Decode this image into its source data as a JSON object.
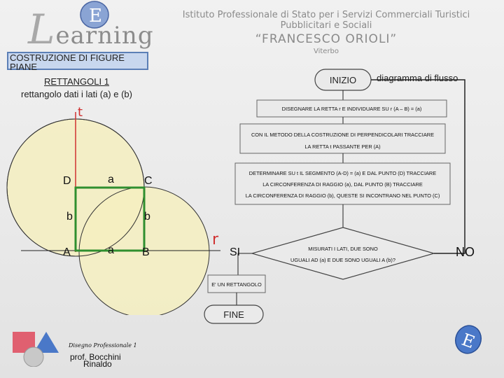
{
  "header": {
    "logo_letter": "L",
    "logo_text": "earning",
    "logo_badge": "E",
    "institute_line1": "Istituto Professionale di Stato per i Servizi Commerciali Turistici Pubblicitari e Sociali",
    "institute_line2": "“FRANCESCO ORIOLI”",
    "institute_line3": "Viterbo"
  },
  "lesson": {
    "title": "COSTRUZIONE DI FIGURE PIANE",
    "subtitle": "RETTANGOLI 1",
    "description": "rettangolo dati i lati (a) e (b)"
  },
  "construction": {
    "labels": {
      "t": "t",
      "r": "r",
      "D": "D",
      "C": "C",
      "A": "A",
      "B": "B",
      "a_top": "a",
      "a_bottom": "a",
      "b_left": "b",
      "b_right": "b"
    },
    "colors": {
      "circle_fill": "#f4eec0",
      "rectangle": "#2f8f2f",
      "line_t": "#d03030"
    }
  },
  "flowchart": {
    "title": "diagramma di flusso",
    "start": "INIZIO",
    "step1": "DISEGNARE LA RETTA r E INDIVIDUARE SU r (A – B) = (a)",
    "step2_line1": "CON IL METODO DELLA COSTRUZIONE DI PERPENDICOLARI TRACCIARE",
    "step2_line2": "LA RETTA t PASSANTE PER (A)",
    "step3_line1": "DETERMINARE SU t IL SEGMENTO (A-D) = (a) E DAL PUNTO (D) TRACCIARE",
    "step3_line2": "LA CIRCONFERENZA DI RAGGIO (a), DAL PUNTO (B) TRACCIARE",
    "step3_line3": "LA CIRCONFERENZA DI RAGGIO (b), QUESTE SI INCONTRANO NEL PUNTO (C)",
    "decision_line1": "MISURATI I LATI, DUE SONO",
    "decision_line2": "UGUALI AD (a) E DUE SONO UGUALI A (b)?",
    "yes": "SI",
    "no": "NO",
    "result": "E' UN RETTANGOLO",
    "end": "FINE"
  },
  "credits": {
    "course": "Disegno Professionale 1",
    "author_line1": "prof. Bocchini",
    "author_line2": "Rinaldo"
  }
}
